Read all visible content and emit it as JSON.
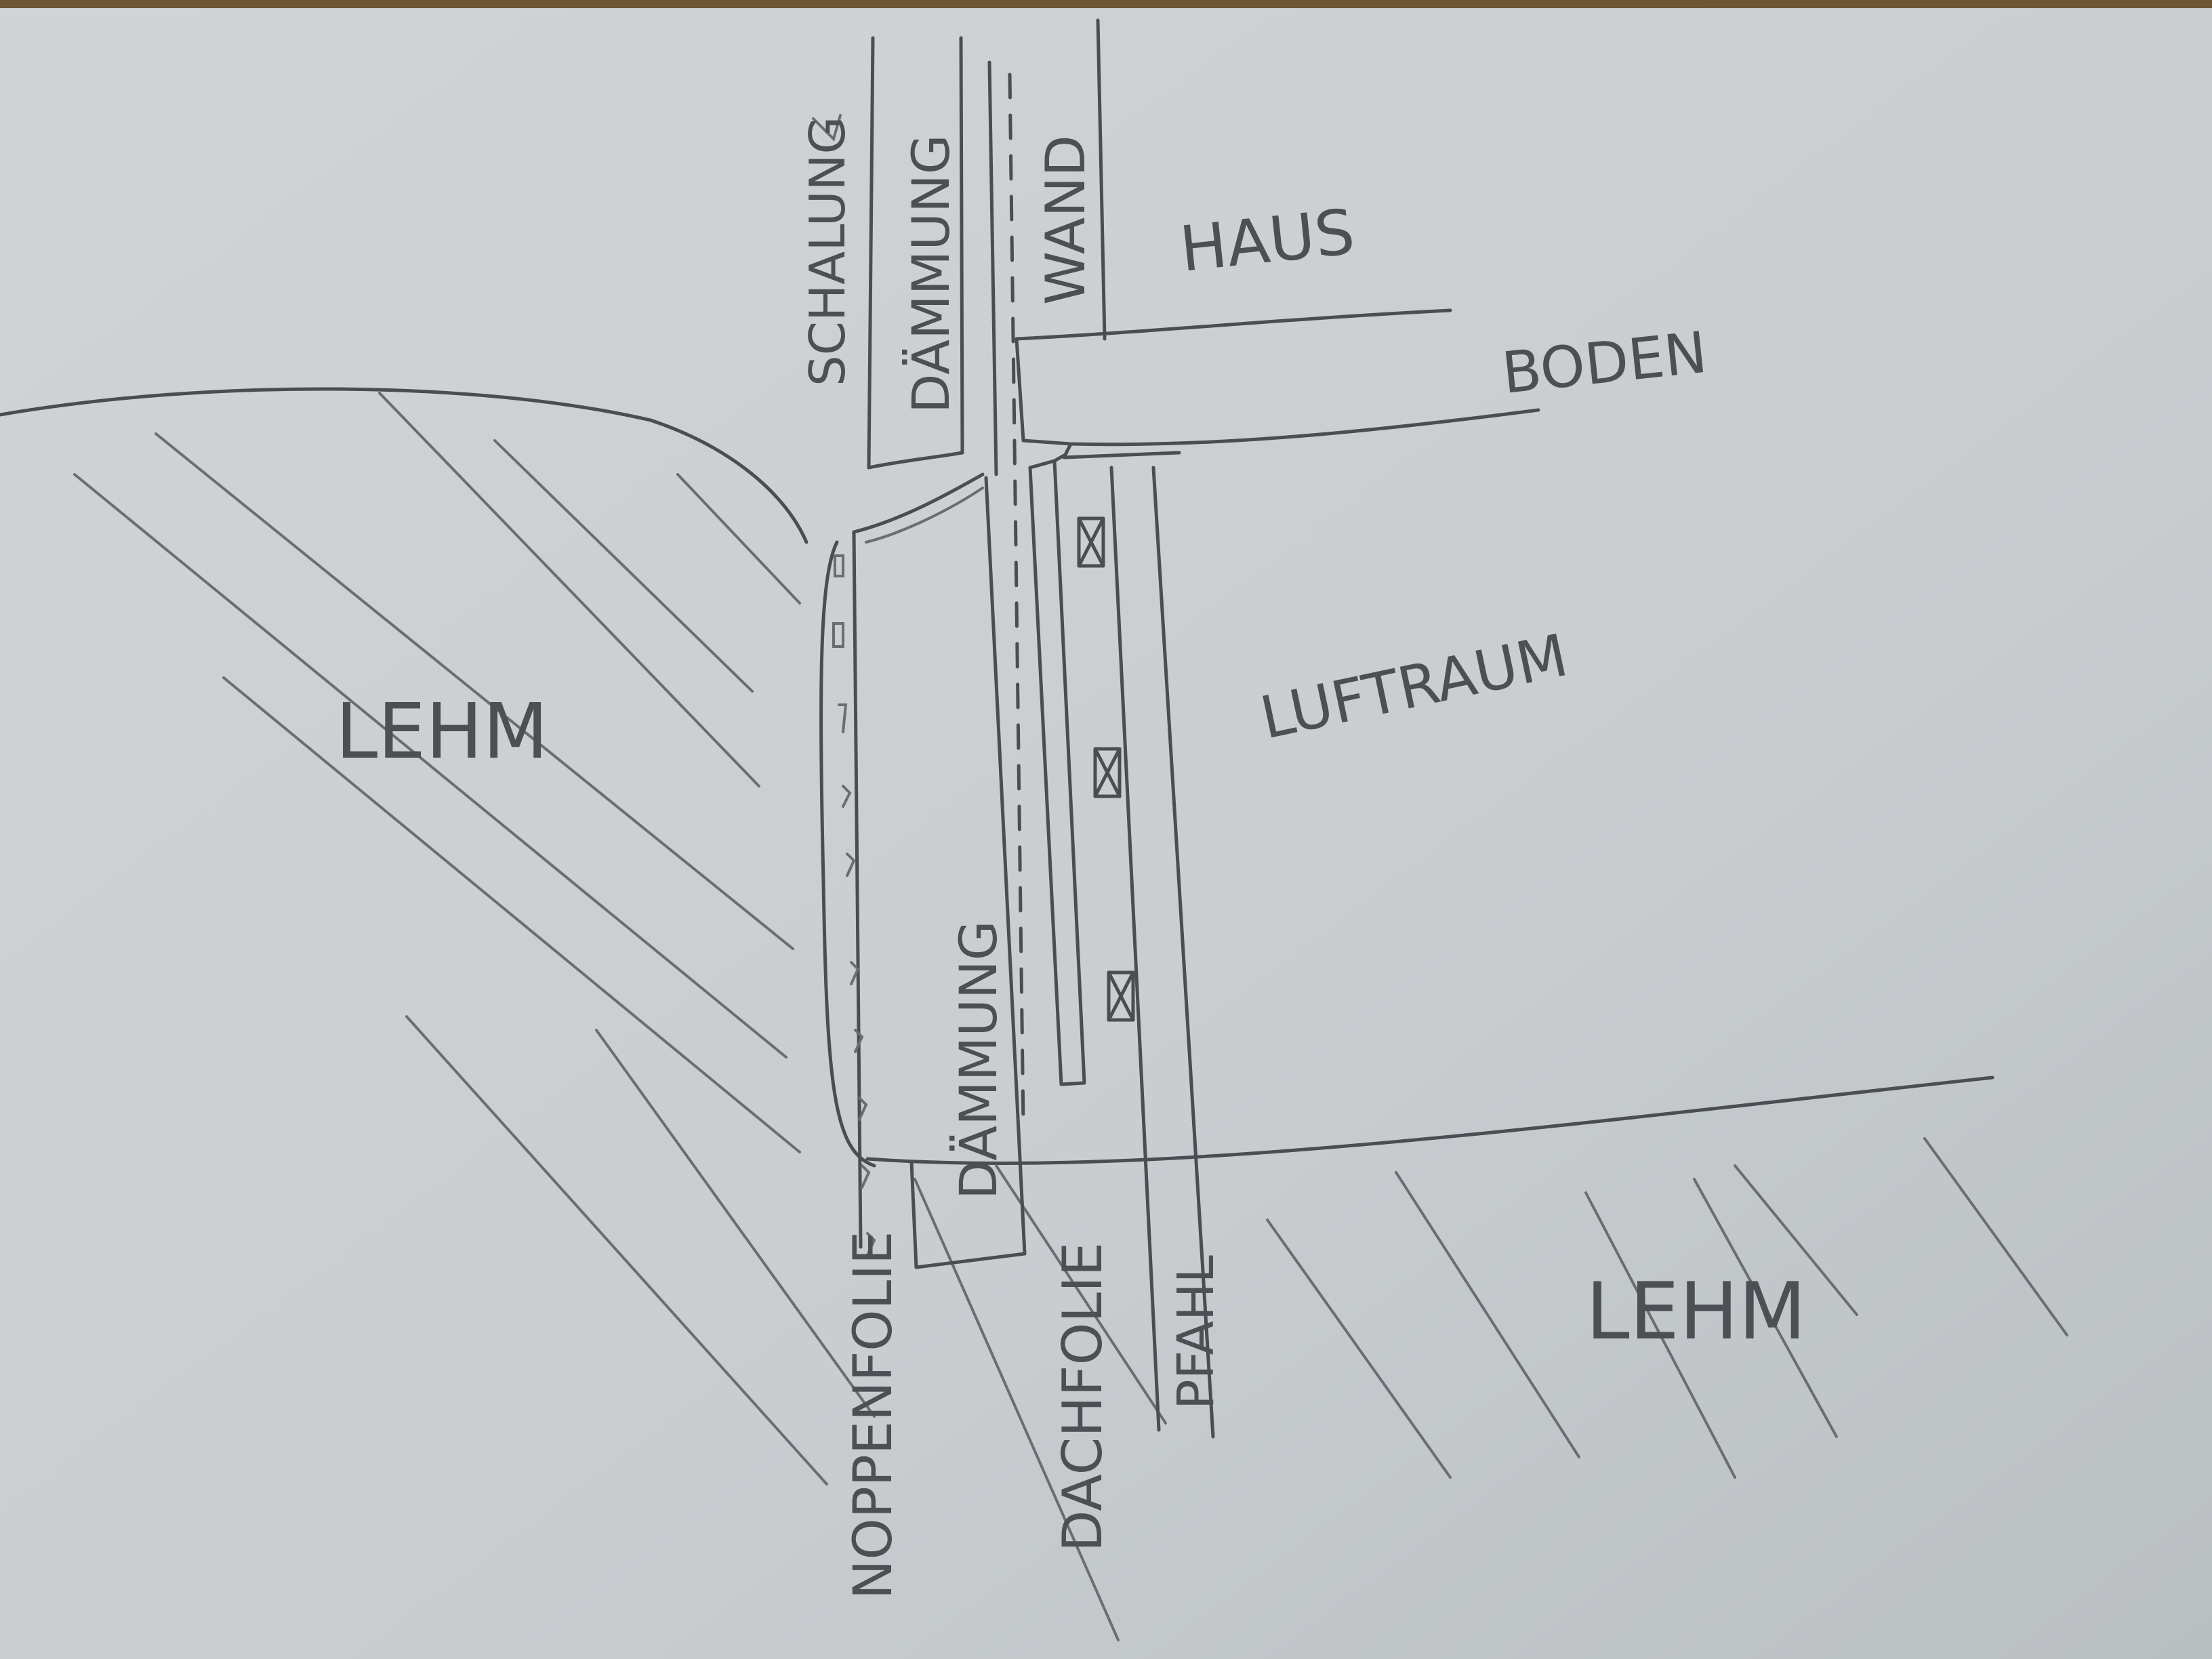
{
  "colors": {
    "paper": "#cfd3d6",
    "paper_edge": "#6e5634",
    "pencil": "#4a4d51"
  },
  "labels": {
    "schalung": "SCHALUNG",
    "daemmung_top": "DÄMMUNG",
    "wand": "WAND",
    "haus": "HAUS",
    "boden": "BODEN",
    "lehm_left": "LEHM",
    "luftraum": "LUFTRAUM",
    "daemmung_bottom": "DÄMMUNG",
    "noppenfolie": "NOPPENFOLIE",
    "dachfolie": "DACHFOLIE",
    "pfahl": "PFAHL",
    "lehm_right": "LEHM"
  }
}
